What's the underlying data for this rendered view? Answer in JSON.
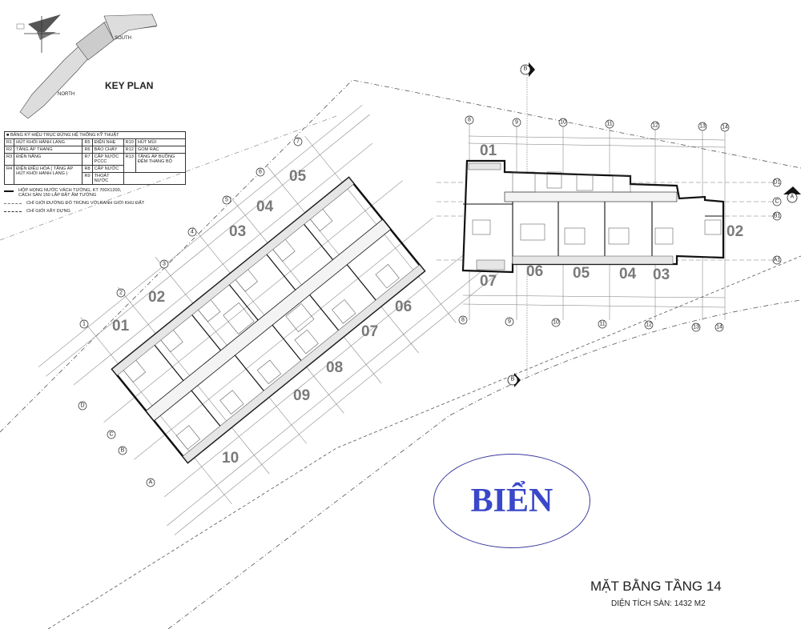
{
  "key_plan": {
    "title": "KEY PLAN",
    "south_label": "SOUTH",
    "north_label": "NORTH"
  },
  "legend": {
    "header": "BẢNG KÝ HIỆU TRỤC ĐỨNG HỆ THỐNG KỸ THUẬT",
    "rows": [
      [
        {
          "code": "R1",
          "label": "HÚT KHÓI HÀNH LANG"
        },
        {
          "code": "R5",
          "label": "ĐIỆN NHẸ"
        },
        {
          "code": "R10",
          "label": "HÚT MÙI"
        }
      ],
      [
        {
          "code": "R2",
          "label": "TĂNG ÁP THANG"
        },
        {
          "code": "R6",
          "label": "BÁO CHÁY"
        },
        {
          "code": "R12",
          "label": "GOM RÁC"
        }
      ],
      [
        {
          "code": "R3",
          "label": "ĐIỆN NĂNG"
        },
        {
          "code": "R7",
          "label": "CẤP NƯỚC PCCC"
        },
        {
          "code": "R13",
          "label": "TĂNG ÁP BUỒNG ĐỆM THANG BỘ"
        }
      ],
      [
        {
          "code": "R4",
          "label": "ĐIỆN ĐIỀU HÒA ( TĂNG ÁP HÚT KHÓI HÀNH LANG )"
        },
        {
          "code": "R8",
          "label": "CẤP NƯỚC"
        },
        {
          "code": "",
          "label": ""
        }
      ],
      [
        {
          "code": "",
          "label": ""
        },
        {
          "code": "R9",
          "label": "THOÁT NƯỚC"
        },
        {
          "code": "",
          "label": ""
        }
      ]
    ],
    "notes": [
      "HỘP HỌNG NƯỚC VÁCH TƯỜNG, KT 700X1200, CÁCH SÀN 150 LẮP ĐẶT ÂM TƯỜNG",
      "CHỈ GIỚI ĐƯỜNG ĐỎ TRÙNG VỚI RANH GIỚI KHU ĐẤT",
      "CHỈ GIỚI XÂY DỰNG"
    ]
  },
  "north_block": {
    "units": [
      "01",
      "02",
      "03",
      "04",
      "05",
      "06",
      "07",
      "08",
      "09",
      "10"
    ],
    "grid_numbers": [
      "1",
      "2",
      "3",
      "4",
      "5",
      "6",
      "7"
    ],
    "grid_letters": [
      "A",
      "B",
      "C",
      "D"
    ]
  },
  "south_block": {
    "units": [
      "01",
      "02",
      "03",
      "04",
      "05",
      "06",
      "07"
    ],
    "grid_numbers": [
      "8",
      "9",
      "10",
      "11",
      "12",
      "13",
      "14"
    ],
    "grid_letters": [
      "D1",
      "C",
      "B1",
      "A1"
    ],
    "section_marks": [
      "A",
      "B"
    ]
  },
  "sea_label": "BIỂN",
  "title": "MẶT BẰNG TẦNG 14",
  "subtitle": "DIỆN TÍCH SÀN: 1432 M2",
  "colors": {
    "unit_label": "#7a7a7a",
    "sea_label": "#3a47c8",
    "sea_outline": "#3b3b9c"
  }
}
